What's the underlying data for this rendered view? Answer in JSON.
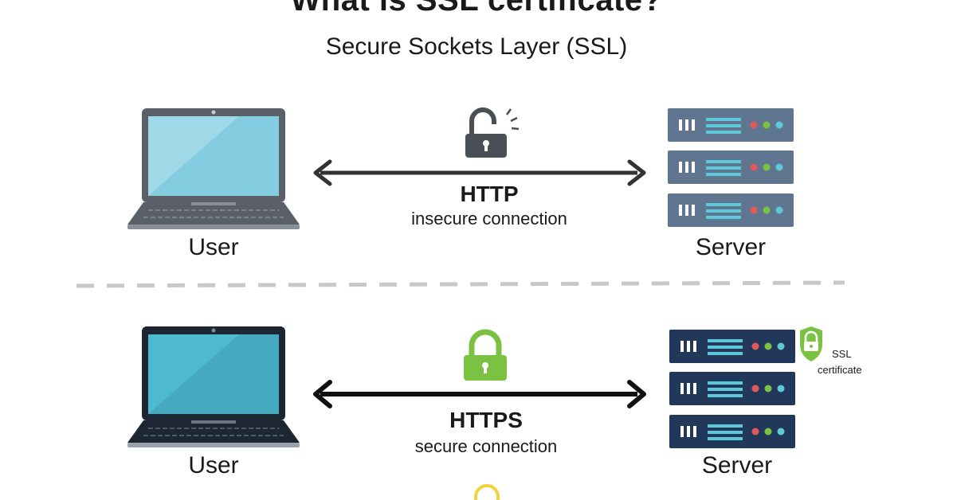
{
  "title": "What is SSL certificate?",
  "subtitle": "Secure Sockets Layer (SSL)",
  "top_row": {
    "user_label": "User",
    "server_label": "Server",
    "protocol": "HTTP",
    "connection": "insecure connection",
    "lock_icon": "unlocked-padlock-icon"
  },
  "bottom_row": {
    "user_label": "User",
    "server_label": "Server",
    "protocol": "HTTPS",
    "connection": "secure connection",
    "lock_icon": "locked-padlock-icon",
    "certificate_line1": "SSL",
    "certificate_line2": "certificate"
  },
  "colors": {
    "insecure_lock": "#4a4f55",
    "secure_lock": "#7cc242",
    "laptop_top_frame": "#5b6068",
    "laptop_bottom_frame": "#1d2733",
    "server_top": "#5f7590",
    "server_bottom": "#22385a",
    "arrow": "#333333",
    "divider": "#c8c8c8"
  }
}
